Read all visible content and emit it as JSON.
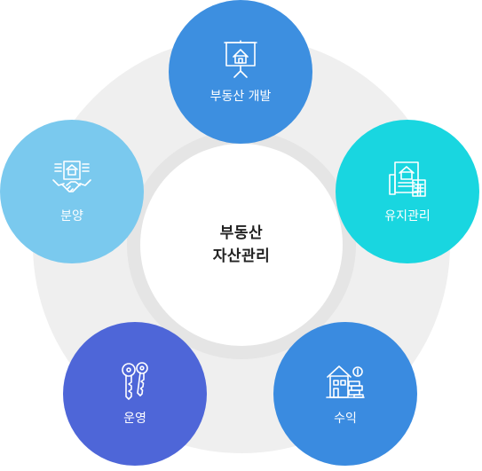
{
  "center": {
    "line1": "부동산",
    "line2": "자산관리"
  },
  "nodes": [
    {
      "label": "부동산 개발",
      "icon": "presentation-house-icon",
      "color": "#3d8fe0"
    },
    {
      "label": "유지관리",
      "icon": "building-calculator-icon",
      "color": "#19d6e0"
    },
    {
      "label": "수익",
      "icon": "house-coins-icon",
      "color": "#3a8be0"
    },
    {
      "label": "운영",
      "icon": "keys-icon",
      "color": "#4e66d8"
    },
    {
      "label": "분양",
      "icon": "handshake-house-icon",
      "color": "#7ac9ee"
    }
  ]
}
